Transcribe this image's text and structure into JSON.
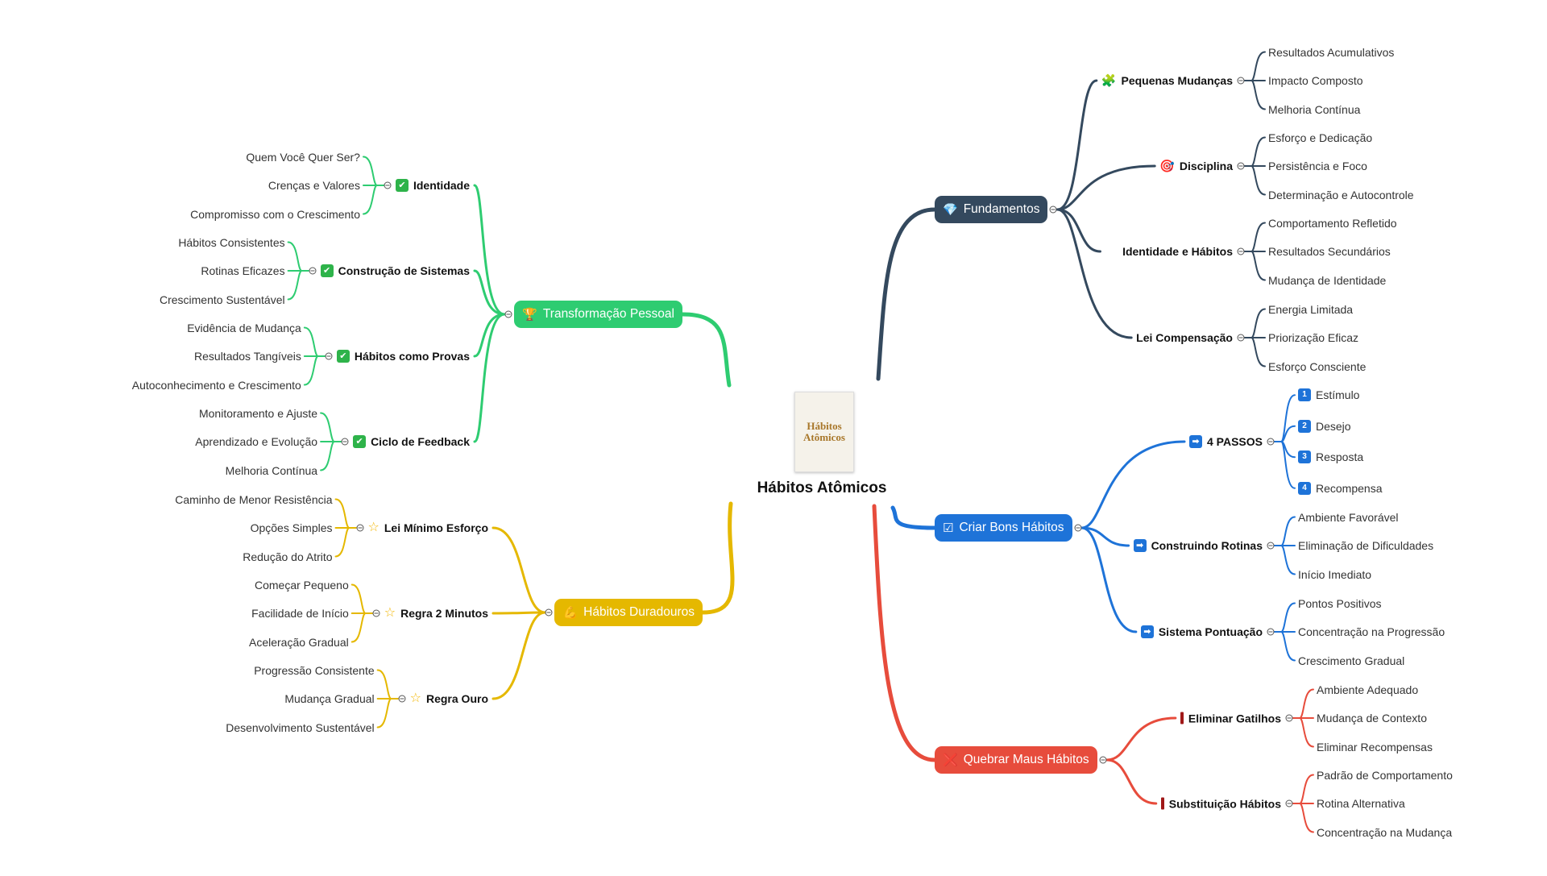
{
  "root": {
    "title": "Hábitos Atômicos",
    "cover_text": "Hábitos Atômicos",
    "cover_icon": "book-cover-image"
  },
  "branches": [
    {
      "id": "fundamentos",
      "label": "Fundamentos",
      "color": "#34495e",
      "icon": "gem-icon",
      "icon_glyph": "💎",
      "children": [
        {
          "label": "Pequenas Mudanças",
          "icon": "puzzle-icon",
          "icon_glyph": "🧩",
          "leaves": [
            "Resultados Acumulativos",
            "Impacto Composto",
            "Melhoria Contínua"
          ]
        },
        {
          "label": "Disciplina",
          "icon": "target-icon",
          "icon_glyph": "🎯",
          "leaves": [
            "Esforço e Dedicação",
            "Persistência e Foco",
            "Determinação e Autocontrole"
          ]
        },
        {
          "label": "Identidade e Hábitos",
          "icon": "smile-icon",
          "icon_glyph": "😊",
          "leaves": [
            "Comportamento Refletido",
            "Resultados Secundários",
            "Mudança de Identidade"
          ]
        },
        {
          "label": "Lei Compensação",
          "icon": "",
          "icon_glyph": "",
          "leaves": [
            "Energia Limitada",
            "Priorização Eficaz",
            "Esforço Consciente"
          ]
        }
      ]
    },
    {
      "id": "criar",
      "label": "Criar Bons Hábitos",
      "color": "#1e73d8",
      "icon": "checkbox-icon",
      "icon_glyph": "☑",
      "children": [
        {
          "label": "4 PASSOS",
          "icon": "arrow-icon",
          "icon_glyph": "➡",
          "leaves": [
            "Estímulo",
            "Desejo",
            "Resposta",
            "Recompensa"
          ],
          "leaf_icons": [
            "1",
            "2",
            "3",
            "4"
          ]
        },
        {
          "label": "Construindo Rotinas",
          "icon": "arrow-icon",
          "icon_glyph": "➡",
          "leaves": [
            "Ambiente Favorável",
            "Eliminação de Dificuldades",
            "Início Imediato"
          ]
        },
        {
          "label": "Sistema Pontuação",
          "icon": "arrow-icon",
          "icon_glyph": "➡",
          "leaves": [
            "Pontos Positivos",
            "Concentração na Progressão",
            "Crescimento Gradual"
          ]
        }
      ]
    },
    {
      "id": "quebrar",
      "label": "Quebrar Maus Hábitos",
      "color": "#e74c3c",
      "icon": "cross-icon",
      "icon_glyph": "❌",
      "children": [
        {
          "label": "Eliminar Gatilhos",
          "icon": "bar-icon",
          "icon_glyph": "",
          "leaves": [
            "Ambiente Adequado",
            "Mudança de Contexto",
            "Eliminar Recompensas"
          ]
        },
        {
          "label": "Substituição Hábitos",
          "icon": "bar-icon",
          "icon_glyph": "",
          "leaves": [
            "Padrão de Comportamento",
            "Rotina Alternativa",
            "Concentração na Mudança"
          ]
        }
      ]
    },
    {
      "id": "transformacao",
      "label": "Transformação Pessoal",
      "color": "#2ecc71",
      "icon": "trophy-icon",
      "icon_glyph": "🏆",
      "children": [
        {
          "label": "Identidade",
          "icon": "check-icon",
          "icon_glyph": "✔",
          "leaves": [
            "Quem Você Quer Ser?",
            "Crenças e Valores",
            "Compromisso com o Crescimento"
          ]
        },
        {
          "label": "Construção de Sistemas",
          "icon": "check-icon",
          "icon_glyph": "✔",
          "leaves": [
            "Hábitos Consistentes",
            "Rotinas Eficazes",
            "Crescimento Sustentável"
          ]
        },
        {
          "label": "Hábitos como Provas",
          "icon": "check-icon",
          "icon_glyph": "✔",
          "leaves": [
            "Evidência de Mudança",
            "Resultados Tangíveis",
            "Autoconhecimento e Crescimento"
          ]
        },
        {
          "label": "Ciclo de Feedback",
          "icon": "check-icon",
          "icon_glyph": "✔",
          "leaves": [
            "Monitoramento e Ajuste",
            "Aprendizado e Evolução",
            "Melhoria Contínua"
          ]
        }
      ]
    },
    {
      "id": "duradouros",
      "label": "Hábitos Duradouros",
      "color": "#e5b800",
      "icon": "muscle-icon",
      "icon_glyph": "💪",
      "children": [
        {
          "label": "Lei Mínimo Esforço",
          "icon": "star-icon",
          "icon_glyph": "☆",
          "leaves": [
            "Caminho de Menor Resistência",
            "Opções Simples",
            "Redução do Atrito"
          ]
        },
        {
          "label": "Regra 2 Minutos",
          "icon": "star-icon",
          "icon_glyph": "☆",
          "leaves": [
            "Começar Pequeno",
            "Facilidade de Início",
            "Aceleração Gradual"
          ]
        },
        {
          "label": "Regra Ouro",
          "icon": "star-icon",
          "icon_glyph": "☆",
          "leaves": [
            "Progressão Consistente",
            "Mudança Gradual",
            "Desenvolvimento Sustentável"
          ]
        }
      ]
    }
  ]
}
